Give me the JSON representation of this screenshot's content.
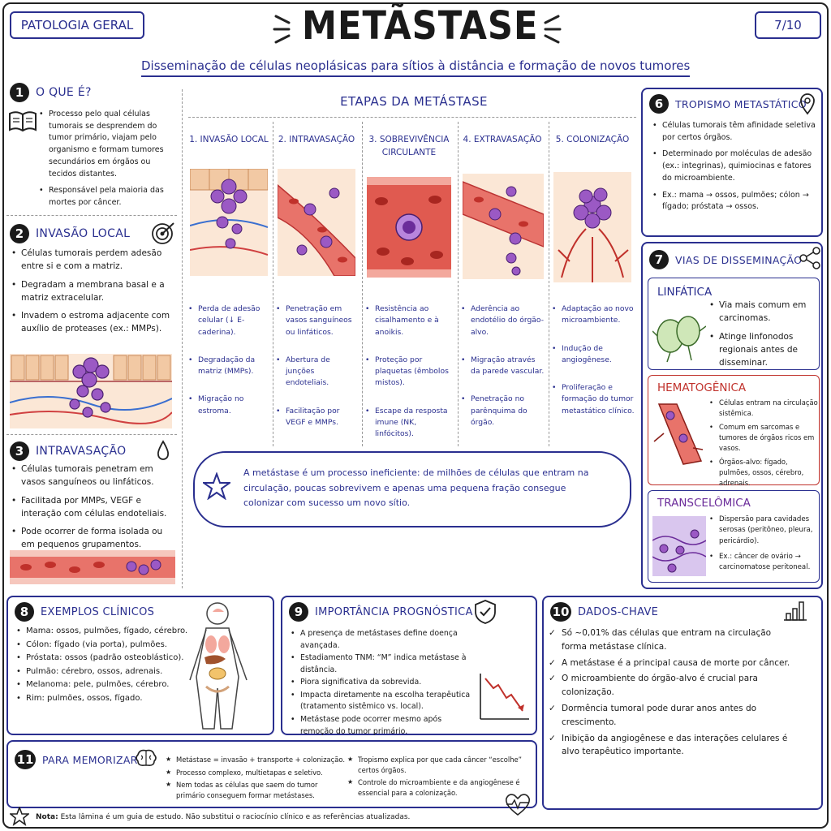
{
  "header": {
    "tag_left": "PATOLOGIA GERAL",
    "title": "METÃSTASE",
    "page": "7/10",
    "subtitle": "Disseminação de células neoplásicas para sítios à distância e formação de novos tumores"
  },
  "s1": {
    "num": "1",
    "title": "O QUE É?",
    "icon": "book-icon",
    "items": [
      "Processo pelo qual células tumorais se desprendem do tumor primário, viajam pelo organismo e formam tumores secundários em órgãos ou tecidos distantes.",
      "Responsável pela maioria das mortes por câncer."
    ]
  },
  "s2": {
    "num": "2",
    "title": "INVASÃO LOCAL",
    "icon": "target-icon",
    "items": [
      "Células tumorais perdem adesão entre si e com a matriz.",
      "Degradam a membrana basal e a matriz extracelular.",
      "Invadem o estroma adjacente com auxílio de proteases (ex.: MMPs)."
    ]
  },
  "s3": {
    "num": "3",
    "title": "INTRAVASAÇÃO",
    "icon": "drop-icon",
    "items": [
      "Células tumorais penetram em vasos sanguíneos ou linfáticos.",
      "Facilitada por MMPs, VEGF e interação com células endoteliais.",
      "Pode ocorrer de forma isolada ou em pequenos grupamentos."
    ]
  },
  "stages": {
    "title": "ETAPAS DA METÁSTASE",
    "cols": [
      {
        "label": "1. INVASÃO LOCAL",
        "items": [
          "Perda de adesão celular (↓ E-caderina).",
          "Degradação da matriz (MMPs).",
          "Migração no estroma."
        ]
      },
      {
        "label": "2. INTRAVASAÇÃO",
        "items": [
          "Penetração em vasos sanguíneos ou linfáticos.",
          "Abertura de junções endoteliais.",
          "Facilitação por VEGF e MMPs."
        ]
      },
      {
        "label": "3. SOBREVIVÊNCIA CIRCULANTE",
        "items": [
          "Resistência ao cisalhamento e à anoikis.",
          "Proteção por plaquetas (êmbolos mistos).",
          "Escape da resposta imune (NK, linfócitos)."
        ]
      },
      {
        "label": "4. EXTRAVASAÇÃO",
        "items": [
          "Aderência ao endotélio do órgão-alvo.",
          "Migração através da parede vascular.",
          "Penetração no parênquima do órgão."
        ]
      },
      {
        "label": "5. COLONIZAÇÃO",
        "items": [
          "Adaptação ao novo microambiente.",
          "Indução de angiogênese.",
          "Proliferação e formação do tumor metastático clínico."
        ]
      }
    ],
    "note": "A metástase é um processo ineficiente: de milhões de células que entram na circulação, poucas sobrevivem e apenas uma pequena fração consegue colonizar com sucesso um novo sítio."
  },
  "s6": {
    "num": "6",
    "title": "TROPISMO METASTÁTICO",
    "icon": "location-pin-icon",
    "items": [
      "Células tumorais têm afinidade seletiva por certos órgãos.",
      "Determinado por moléculas de adesão (ex.: integrinas), quimiocinas e fatores do microambiente.",
      "Ex.: mama → ossos, pulmões; cólon → fígado; próstata → ossos."
    ]
  },
  "s7": {
    "num": "7",
    "title": "VIAS DE DISSEMINAÇÃO",
    "icon": "network-icon",
    "lymph": {
      "title": "LINFÁTICA",
      "items": [
        "Via mais comum em carcinomas.",
        "Atinge linfonodos regionais antes de disseminar."
      ]
    },
    "hema": {
      "title": "HEMATOGÊNICA",
      "items": [
        "Células entram na circulação sistêmica.",
        "Comum em sarcomas e tumores de órgãos ricos em vasos.",
        "Órgãos-alvo: fígado, pulmões, ossos, cérebro, adrenais."
      ]
    },
    "trans": {
      "title": "TRANSCELÔMICA",
      "items": [
        "Dispersão para cavidades serosas (peritôneo, pleura, pericárdio).",
        "Ex.: câncer de ovário → carcinomatose peritoneal."
      ]
    }
  },
  "s8": {
    "num": "8",
    "title": "EXEMPLOS CLÍNICOS",
    "items": [
      "Mama: ossos, pulmões, fígado, cérebro.",
      "Cólon: fígado (via porta), pulmões.",
      "Próstata: ossos (padrão osteoblástico).",
      "Pulmão: cérebro, ossos, adrenais.",
      "Melanoma: pele, pulmões, cérebro.",
      "Rim: pulmões, ossos, fígado."
    ]
  },
  "s9": {
    "num": "9",
    "title": "IMPORTÂNCIA PROGNÓSTICA",
    "icon": "shield-check-icon",
    "items": [
      "A presença de metástases define doença avançada.",
      "Estadiamento TNM: “M” indica metástase à distância.",
      "Piora significativa da sobrevida.",
      "Impacta diretamente na escolha terapêutica (tratamento sistêmico vs. local).",
      "Metástase pode ocorrer mesmo após remoção do tumor primário."
    ]
  },
  "s10": {
    "num": "10",
    "title": "DADOS-CHAVE",
    "icon": "bar-chart-icon",
    "items": [
      "Só ~0,01% das células que entram na circulação forma metástase clínica.",
      "A metástase é a principal causa de morte por câncer.",
      "O microambiente do órgão-alvo é crucial para colonização.",
      "Dormência tumoral pode durar anos antes do crescimento.",
      "Inibição da angiogênese e das interações celulares é alvo terapêutico importante."
    ]
  },
  "s11": {
    "num": "11",
    "title": "PARA MEMORIZAR",
    "icon": "brain-icon",
    "left": [
      "Metástase = invasão + transporte + colonização.",
      "Processo complexo, multietapas e seletivo.",
      "Nem todas as células que saem do tumor primário conseguem formar metástases."
    ],
    "right": [
      "Tropismo explica por que cada câncer “escolhe” certos órgãos.",
      "Controle do microambiente e da angiogênese é essencial para a colonização."
    ]
  },
  "footer": {
    "label": "Nota:",
    "text": "Esta lâmina é um guia de estudo. Não substitui o raciocínio clínico e as referências atualizadas."
  }
}
